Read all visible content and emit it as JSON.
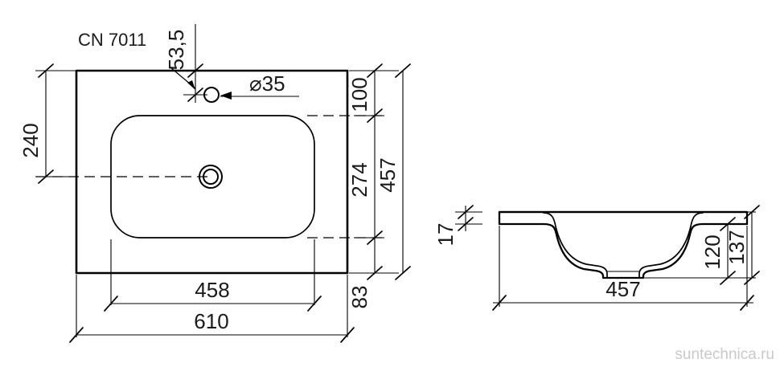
{
  "document": {
    "part_number": "CN 7011",
    "watermark": "suntechnica.ru",
    "units_note": "",
    "line_color": "#000000",
    "watermark_color": "#c9c9c9",
    "background_color": "#ffffff"
  },
  "views": {
    "plan": {
      "name": "top-view",
      "dimensions": {
        "overall_width": "610",
        "bowl_width": "458",
        "top_to_center": "240",
        "tap_hole_offset": "53,5",
        "tap_hole_diameter": "⌀35",
        "top_to_bowl": "100",
        "bowl_depth": "274",
        "bowl_to_bottom": "83",
        "overall_depth": "457"
      }
    },
    "section": {
      "name": "cross-section-view",
      "dimensions": {
        "rim_thickness": "17",
        "inner_depth": "120",
        "overall_height": "137",
        "section_width": "457"
      }
    }
  },
  "dimension_labels": {
    "d240": "240",
    "d53_5": "53,5",
    "d35": "⌀35",
    "d100": "100",
    "d274": "274",
    "d83": "83",
    "d457": "457",
    "d458": "458",
    "d610": "610",
    "d17": "17",
    "d120": "120",
    "d137": "137",
    "s457": "457"
  }
}
